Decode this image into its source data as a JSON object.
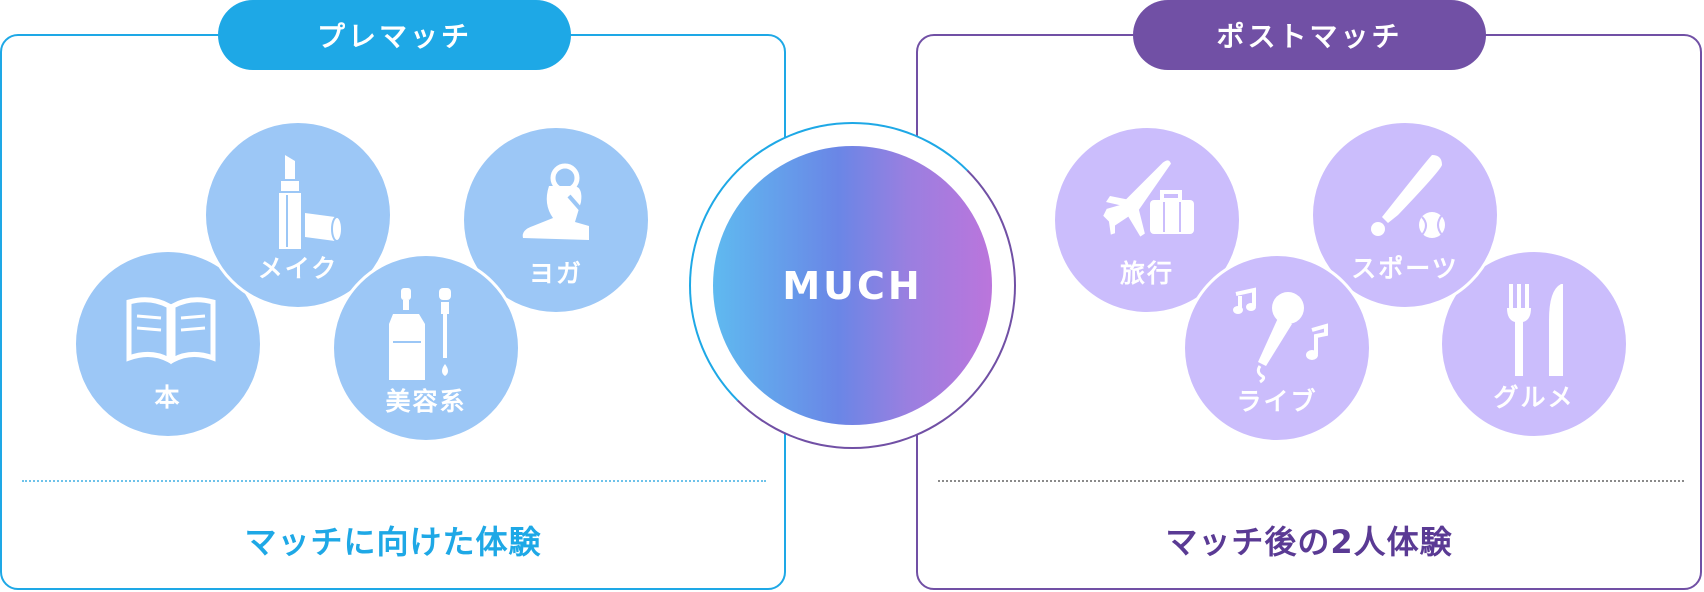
{
  "pre": {
    "tab_label": "プレマッチ",
    "caption": "マッチに向けた体験",
    "items": [
      {
        "label": "本",
        "icon": "book-icon"
      },
      {
        "label": "メイク",
        "icon": "lipstick-icon"
      },
      {
        "label": "美容系",
        "icon": "serum-bottle-icon"
      },
      {
        "label": "ヨガ",
        "icon": "yoga-pose-icon"
      }
    ]
  },
  "center": {
    "label": "MUCH"
  },
  "post": {
    "tab_label": "ポストマッチ",
    "caption": "マッチ後の2人体験",
    "items": [
      {
        "label": "旅行",
        "icon": "airplane-luggage-icon"
      },
      {
        "label": "ライブ",
        "icon": "microphone-notes-icon"
      },
      {
        "label": "スポーツ",
        "icon": "baseball-bat-icon"
      },
      {
        "label": "グルメ",
        "icon": "fork-knife-icon"
      }
    ]
  },
  "colors": {
    "pre_accent": "#1ea8e6",
    "post_accent": "#7150a5",
    "pre_bubble": "#9cc7f6",
    "post_bubble": "#cbbdfc",
    "center_gradient": [
      "#5fbaf0",
      "#6a86e6",
      "#bb75dc"
    ]
  }
}
